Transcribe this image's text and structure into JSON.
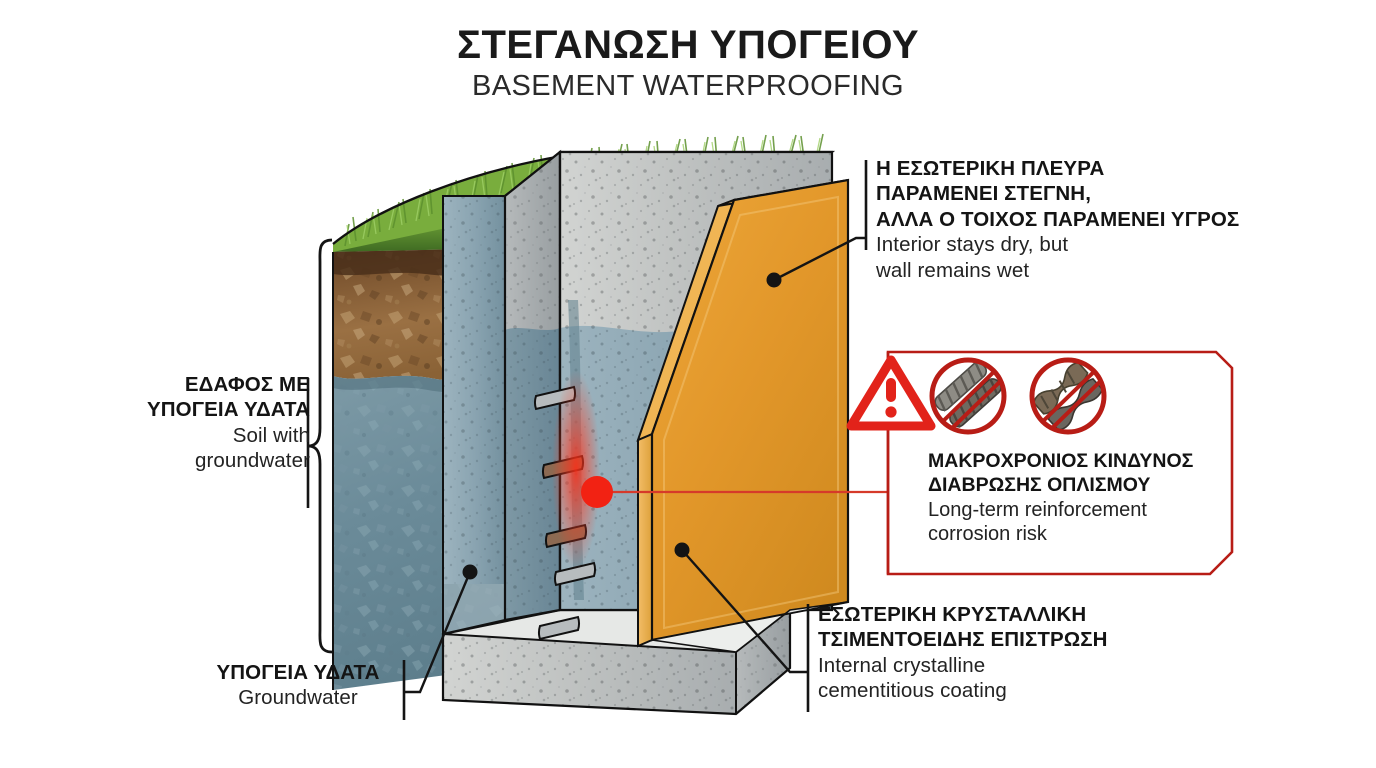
{
  "title": {
    "greek": "ΣΤΕΓΑΝΩΣΗ ΥΠΟΓΕΙΟΥ",
    "english": "BASEMENT WATERPROOFING"
  },
  "callouts": {
    "interior": {
      "greek_line1": "Η ΕΣΩΤΕΡΙΚΗ ΠΛΕΥΡΑ",
      "greek_line2": "ΠΑΡΑΜΕΝΕΙ ΣΤΕΓΝΗ,",
      "greek_line3": "ΑΛΛΑ Ο ΤΟΙΧΟΣ ΠΑΡΑΜΕΝΕΙ ΥΓΡΟΣ",
      "english_line1": "Interior stays dry, but",
      "english_line2": "wall remains wet"
    },
    "coating": {
      "greek_line1": "ΕΣΩΤΕΡΙΚΗ ΚΡΥΣΤΑΛΛΙΚΗ",
      "greek_line2": "ΤΣΙΜΕΝΤΟΕΙΔΗΣ ΕΠΙΣΤΡΩΣΗ",
      "english_line1": "Internal crystalline",
      "english_line2": "cementitious coating"
    },
    "soil": {
      "greek_line1": "ΕΔΑΦΟΣ ΜΕ",
      "greek_line2": "ΥΠΟΓΕΙΑ ΥΔΑΤΑ",
      "english_line1": "Soil with",
      "english_line2": "groundwater"
    },
    "groundwater": {
      "greek_line1": "ΥΠΟΓΕΙΑ ΥΔΑΤΑ",
      "english_line1": "Groundwater"
    }
  },
  "warning": {
    "greek_line1": "ΜΑΚΡΟΧΡΟΝΙΟΣ ΚΙΝΔΥΝΟΣ",
    "greek_line2": "ΔΙΑΒΡΩΣΗΣ ΟΠΛΙΣΜΟΥ",
    "english_line1": "Long-term reinforcement",
    "english_line2": "corrosion risk",
    "icon_warning": "warning-triangle-icon",
    "icon_exclamation": "exclamation-mark-icon",
    "icon_prohibit_1": "prohibited-corroded-rebar-icon",
    "icon_prohibit_2": "prohibited-corroded-rebar-icon",
    "border_color": "#b81d16",
    "triangle_color": "#e2231a"
  },
  "colors": {
    "grass_light": "#8fbf4a",
    "grass_dark": "#4d7a28",
    "soil_top": "#5a3c24",
    "soil_body": "#8a6139",
    "soil_light": "#b08a5c",
    "groundwater": "#6f8f9c",
    "groundwater_dark": "#4f6d7a",
    "concrete_light": "#c9cbc9",
    "concrete_mid": "#a9aeb0",
    "concrete_top": "#d7d9d7",
    "concrete_wet": "#8aa4b0",
    "concrete_wet_dark": "#6f8d9b",
    "coating_orange": "#e59a2a",
    "coating_orange_dark": "#c87d18",
    "coating_orange_light": "#f0b554",
    "outline": "#111111",
    "red_accent": "#f22213",
    "red_line": "#d63a2a"
  },
  "diagram": {
    "markers": {
      "interior_dot": "leader-dot",
      "coating_dot": "leader-dot",
      "groundwater_dot": "leader-dot",
      "corrosion_dot": "corrosion-hotspot-dot"
    },
    "brackets": {
      "soil_bracket": "soil-depth-brace"
    },
    "rebar_stub_count": 4
  }
}
